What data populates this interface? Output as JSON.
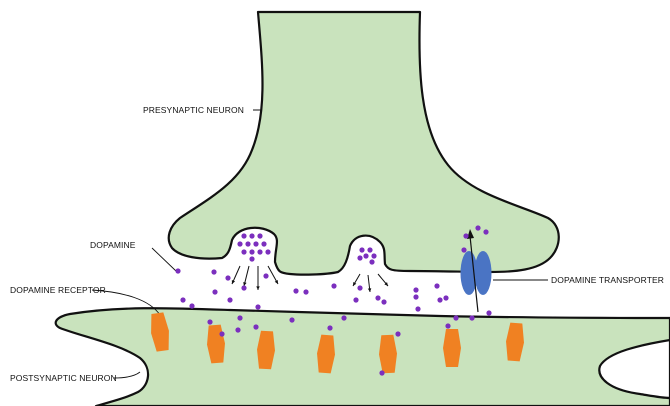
{
  "labels": {
    "presynaptic": "PRESYNAPTIC NEURON",
    "postsynaptic": "POSTSYNAPTIC NEURON",
    "dopamine": "DOPAMINE",
    "receptor": "DOPAMINE RECEPTOR",
    "transporter": "DOPAMINE TRANSPORTER"
  },
  "colors": {
    "neuron_fill": "#c9e3bd",
    "outline": "#111111",
    "dopamine": "#7b2fbe",
    "receptor": "#f08122",
    "transporter": "#4a74c4"
  }
}
